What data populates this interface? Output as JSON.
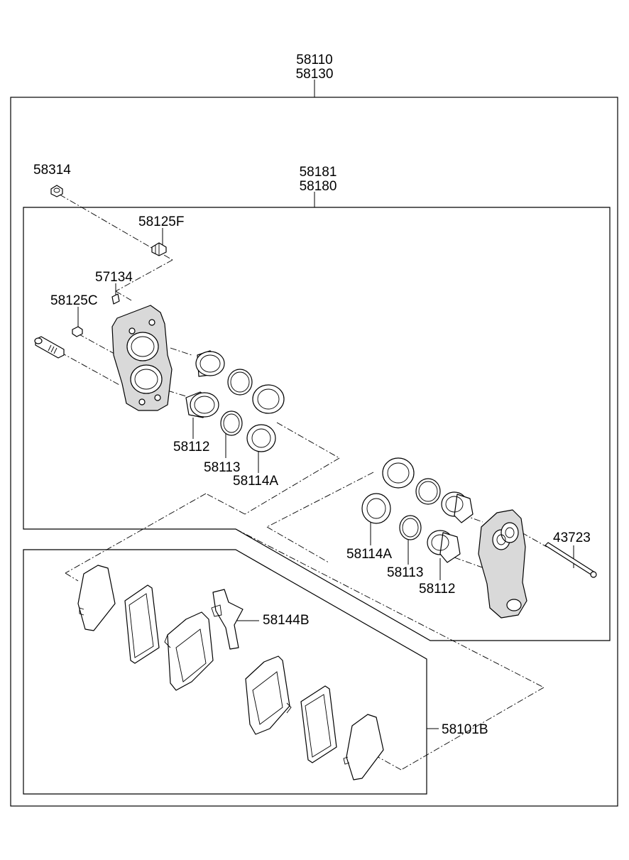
{
  "labels": {
    "assembly_1": "58110",
    "assembly_2": "58130",
    "caliper_body_1": "58181",
    "caliper_body_2": "58180",
    "bleeder_cap": "58314",
    "bleeder_screw": "58125F",
    "spring_pin": "57134",
    "clip": "58125C",
    "piston_left": "58112",
    "piston_seal_left": "58113",
    "dust_boot_left": "58114A",
    "piston_right": "58112",
    "piston_seal_right": "58113",
    "dust_boot_right": "58114A",
    "pad_pin": "43723",
    "pad_spring": "58144B",
    "pad_kit": "58101B"
  }
}
